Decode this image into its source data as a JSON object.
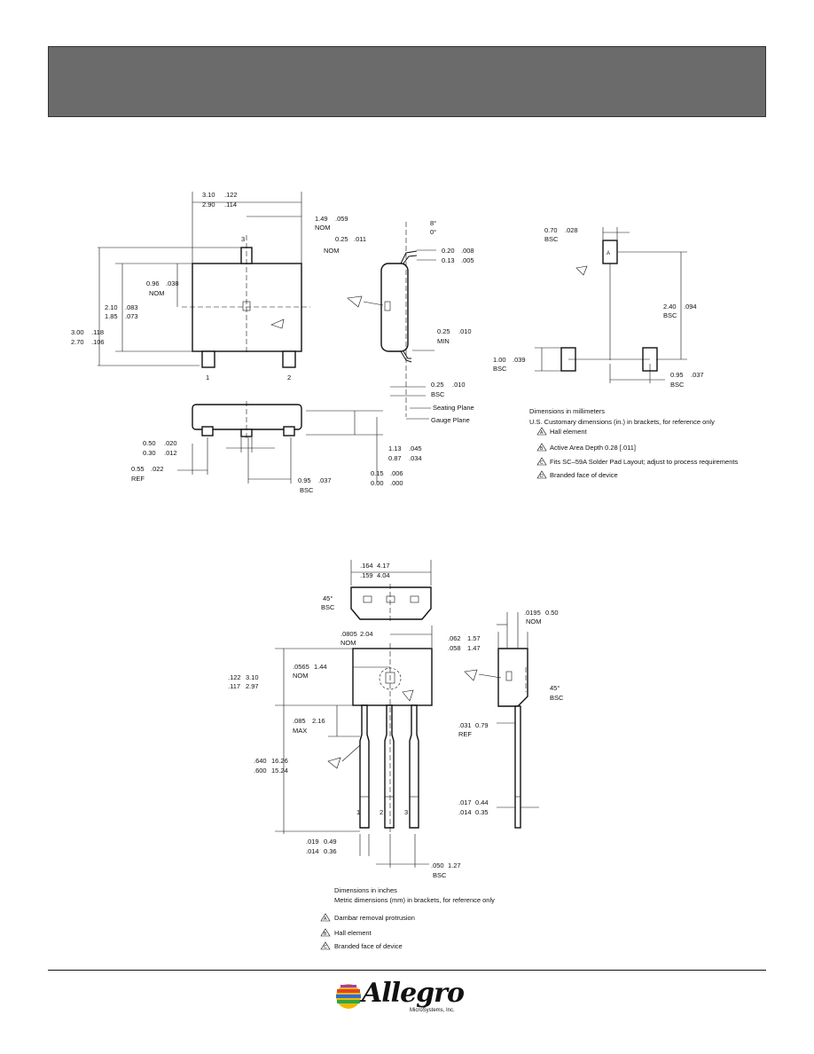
{
  "sot": {
    "dims": {
      "w_top": "3.10",
      "w_top_in": ".122",
      "w_bot": "2.90",
      "w_bot_in": ".114",
      "offset": "1.49",
      "offset_in": ".059",
      "nom": "NOM",
      "pin3": "3",
      "pin1": "1",
      "pin2": "2",
      "d096": "0.96",
      "d096_in": ".038",
      "h210": "2.10",
      "h210_in": ".083",
      "h185": "1.85",
      "h185_in": ".073",
      "h300": "3.00",
      "h300_in": ".118",
      "h270": "2.70",
      "h270_in": ".106",
      "lead050": "0.50",
      "lead050_in": ".020",
      "lead030": "0.30",
      "lead030_in": ".012",
      "ref055": "0.55",
      "ref055_in": ".022",
      "ref": "REF",
      "p095": "0.95",
      "p095_in": ".037",
      "bsc": "BSC",
      "s015": "0.15",
      "s015_in": ".006",
      "s000": "0.00",
      "s000_in": ".000",
      "t113": "1.13",
      "t113_in": ".045",
      "t087": "0.87",
      "t087_in": ".034",
      "side025": "0.25",
      "side025_in": ".011",
      "ang8": "8°",
      "ang0": "0°",
      "l020": "0.20",
      "l020_in": ".008",
      "l013": "0.13",
      "l013_in": ".005",
      "min025": "0.25",
      "min025_in": ".010",
      "min": "MIN",
      "gauge025": "0.25",
      "gauge025_in": ".010",
      "seating": "Seating Plane",
      "gauge": "Gauge Plane"
    },
    "pad": {
      "d070": "0.70",
      "d070_in": ".028",
      "d240": "2.40",
      "d240_in": ".094",
      "d100": "1.00",
      "d100_in": ".039",
      "d095": "0.95",
      "d095_in": ".037",
      "bsc": "BSC"
    },
    "notes": [
      "Dimensions in millimeters",
      "U.S. Customary dimensions (in.) in brackets, for reference only",
      "Hall element",
      "Active Area Depth 0.28 [.011]",
      "Fits SC–59A Solder Pad Layout; adjust to process requirements",
      "Branded face of device"
    ],
    "markers": [
      "A",
      "B",
      "C",
      "D"
    ]
  },
  "sip": {
    "dims": {
      "w164": ".164",
      "w164_mm": "4.17",
      "w159": ".159",
      "w159_mm": "4.04",
      "c45": "45°",
      "bsc": "BSC",
      "d0805": ".0805",
      "d0805_mm": "2.04",
      "nom": "NOM",
      "d0565": ".0565",
      "d0565_mm": "1.44",
      "h122": ".122",
      "h122_mm": "3.10",
      "h117": ".117",
      "h117_mm": "2.97",
      "d085": ".085",
      "d085_mm": "2.16",
      "max": "MAX",
      "l640": ".640",
      "l640_mm": "16.26",
      "l600": ".600",
      "l600_mm": "15.24",
      "t019": ".019",
      "t019_mm": "0.49",
      "t014": ".014",
      "t014_mm": "0.36",
      "p050": ".050",
      "p050_mm": "1.27",
      "s0195": ".0195",
      "s0195_mm": "0.50",
      "s062": ".062",
      "s062_mm": "1.57",
      "s058": ".058",
      "s058_mm": "1.47",
      "s45": "45°",
      "r031": ".031",
      "r031_mm": "0.79",
      "ref": "REF",
      "q017": ".017",
      "q017_mm": "0.44",
      "q014": ".014",
      "q014_mm": "0.35",
      "pin1": "1",
      "pin2": "2",
      "pin3": "3"
    },
    "notes": [
      "Dimensions in inches",
      "Metric dimensions (mm) in brackets, for reference only",
      "Dambar removal protrusion",
      "Hall element",
      "Branded face of device"
    ],
    "markers": [
      "A",
      "B",
      "C"
    ]
  },
  "footer": {
    "brand": "Allegro",
    "sub": "MicroSystems, Inc."
  }
}
